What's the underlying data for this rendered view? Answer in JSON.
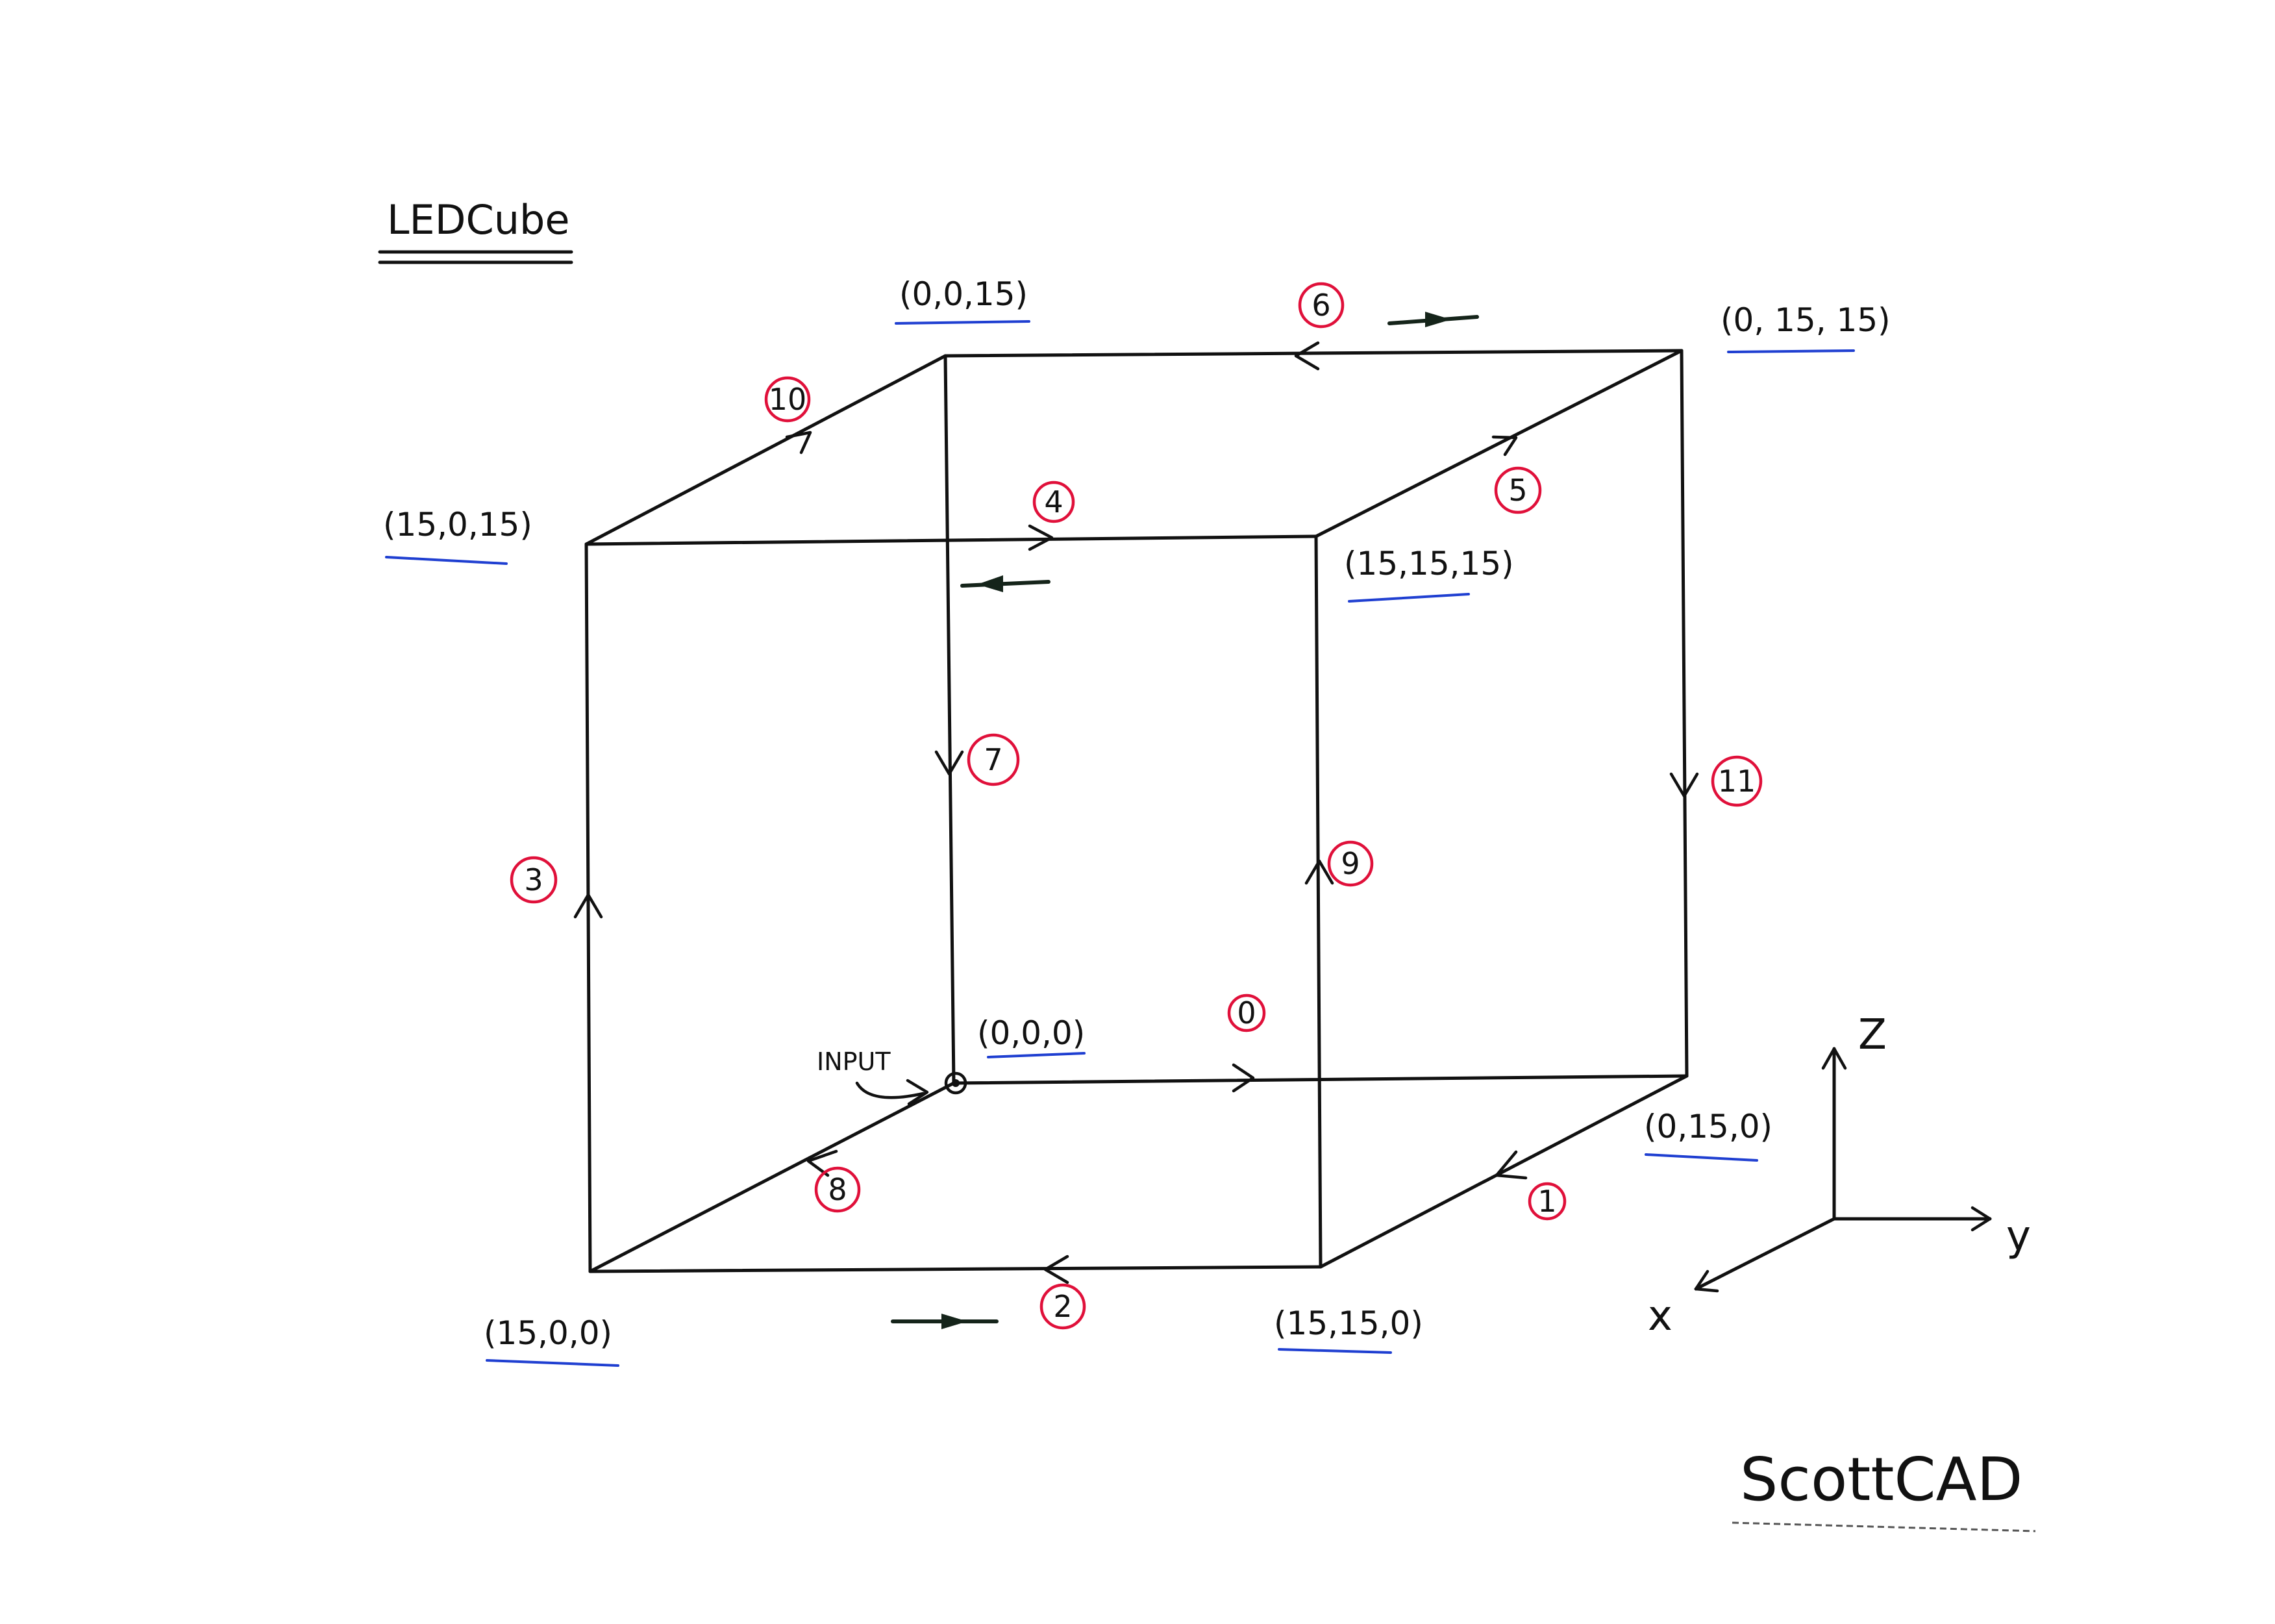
{
  "title": "LEDCube",
  "signature": "ScottCAD",
  "input_label": "INPUT",
  "colors": {
    "ink": "#111111",
    "circle": "#e0103a",
    "underline": "#1f3fd1"
  },
  "vertices": {
    "v000": "(0,0,0)",
    "v0150": "(0,15,0)",
    "v1500": "(15,0,0)",
    "v15150": "(15,15,0)",
    "v0015": "(0,0,15)",
    "v01515": "(0, 15, 15)",
    "v15015": "(15,0,15)",
    "v151515": "(15,15,15)"
  },
  "edge_numbers": {
    "e0": "0",
    "e1": "1",
    "e2": "2",
    "e3": "3",
    "e4": "4",
    "e5": "5",
    "e6": "6",
    "e7": "7",
    "e8": "8",
    "e9": "9",
    "e10": "10",
    "e11": "11"
  },
  "axes": {
    "z": "Z",
    "y": "y",
    "x": "x"
  }
}
